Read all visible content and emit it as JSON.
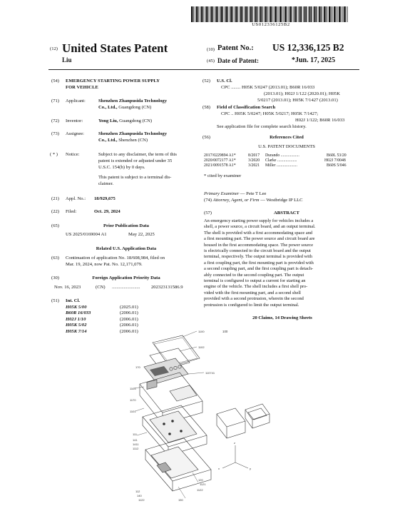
{
  "barcode_text": "US012336125B2",
  "header": {
    "left_code": "(12)",
    "left_title": "United States Patent",
    "inventor_short": "Liu",
    "patent_no_code": "(10)",
    "patent_no_label": "Patent No.:",
    "patent_no": "US 12,336,125 B2",
    "date_code": "(45)",
    "date_label": "Date of Patent:",
    "date": "*Jun. 17, 2025"
  },
  "left": {
    "title_code": "(54)",
    "title": [
      "EMERGENCY STARTING POWER SUPPLY",
      "FOR VEHICLE"
    ],
    "applicant_code": "(71)",
    "applicant_label": "Applicant:",
    "applicant": [
      "Shenzhen Zhanpusida Technology",
      "Co., Ltd.,"
    ],
    "applicant_loc": " Guangdong (CN)",
    "inventor_code": "(72)",
    "inventor_label": "Inventor:",
    "inventor": "Yong Liu,",
    "inventor_loc": " Guangdong (CN)",
    "assignee_code": "(73)",
    "assignee_label": "Assignee:",
    "assignee": [
      "Shenzhen Zhanpusida Technology",
      "Co., Ltd.,"
    ],
    "assignee_loc": " Shenzhen (CN)",
    "notice_code": "( * )",
    "notice_label": "Notice:",
    "notice": [
      "Subject to any disclaimer, the term of this",
      "patent is extended or adjusted under 35",
      "U.S.C. 154(b) by 0 days."
    ],
    "notice2": [
      "This patent is subject to a terminal dis-",
      "claimer."
    ],
    "appl_code": "(21)",
    "appl_label": "Appl. No.:",
    "appl_no": "18/929,675",
    "filed_code": "(22)",
    "filed_label": "Filed:",
    "filed": "Oct. 29, 2024",
    "prior_code": "(65)",
    "prior_heading": "Prior Publication Data",
    "prior_pub": "US 2025/0169004 A1",
    "prior_date": "May 22, 2025",
    "related_heading": "Related U.S. Application Data",
    "cont_code": "(63)",
    "cont": [
      "Continuation of application No. 18/608,984, filed on",
      "Mar. 19, 2024, now Pat. No. 12,171,079."
    ],
    "foreign_code": "(30)",
    "foreign_heading": "Foreign Application Priority Data",
    "foreign_date": "Nov. 16, 2023",
    "foreign_cn": "(CN)",
    "foreign_dots": "........................",
    "foreign_no": "202323131586.9",
    "intcl_code": "(51)",
    "intcl_label": "Int. Cl.",
    "intcl": [
      {
        "code": "H05K 5/00",
        "date": "(2025.01)"
      },
      {
        "code": "B60R 16/033",
        "date": "(2006.01)"
      },
      {
        "code": "H02J 1/10",
        "date": "(2006.01)"
      },
      {
        "code": "H05K 5/02",
        "date": "(2006.01)"
      },
      {
        "code": "H05K 7/14",
        "date": "(2006.01)"
      }
    ]
  },
  "right": {
    "uscl_code": "(52)",
    "uscl_label": "U.S. Cl.",
    "cpc_lines": [
      "CPC ........  H05K 5/0247 (2013.01); B60R 16/033",
      "(2013.01); H02J 1/122 (2020.01); H05K",
      "5/0217 (2013.01); H05K 7/1427 (2013.01)"
    ],
    "field_code": "(58)",
    "field_label": "Field of Classification Search",
    "field_lines": [
      "CPC .. H05K 5/0247; H05K 5/0217; H05K 7/1427;",
      "H02J 1/122; B60R 16/033",
      "See application file for complete search history."
    ],
    "refs_code": "(56)",
    "refs_heading": "References Cited",
    "refs_sub": "U.S. PATENT DOCUMENTS",
    "refs": [
      {
        "no": "2017/0229894 A1*",
        "date": "8/2017",
        "name": "Durando ..................",
        "cls": "B60L 53/20"
      },
      {
        "no": "2020/0072177 A1*",
        "date": "3/2020",
        "name": "Clarke ...................",
        "cls": "H02J 7/0048"
      },
      {
        "no": "2021/0091578 A1*",
        "date": "3/2021",
        "name": "Miller ....................",
        "cls": "B60S 5/046"
      }
    ],
    "cited": "* cited by examiner",
    "examiner_label": "Primary Examiner",
    "examiner": " — Pete T Lee",
    "attorney_code": "(74)",
    "attorney_label": "Attorney, Agent, or Firm",
    "attorney": " — Westbridge IP LLC",
    "abstract_code": "(57)",
    "abstract_heading": "ABSTRACT",
    "abstract_lines": [
      "An emergency starting power supply for vehicles includes a",
      "shell, a power source, a circuit board, and an output terminal.",
      "The shell is provided with a first accommodating space and",
      "a first mounting part. The power source and circuit board are",
      "housed in the first accommodating space. The power source",
      "is electrically connected to the circuit board and the output",
      "terminal, respectively. The output terminal is provided with",
      "a first coupling part, the first mounting part is provided with",
      "a second coupling part, and the first coupling part is detach-",
      "ably connected to the second coupling part. The output",
      "terminal is configured to output a current for starting an",
      "engine of the vehicle. The shell includes a first shell pro-",
      "vided with the first mounting part, and a second shell",
      "provided with a second protrusion, wherein the second",
      "protrusion is configured to limit the output terminal."
    ],
    "claims": "20 Claims, 14 Drawing Sheets"
  },
  "figure": {
    "fig_no": "100",
    "labels": [
      "1100",
      "1102",
      "170",
      "110741",
      "1103",
      "1170",
      "1101",
      "111",
      "141",
      "1411",
      "1112",
      "112",
      "140",
      "1122",
      "150",
      "1121",
      "120",
      "1122",
      "x",
      "z",
      "y"
    ]
  }
}
